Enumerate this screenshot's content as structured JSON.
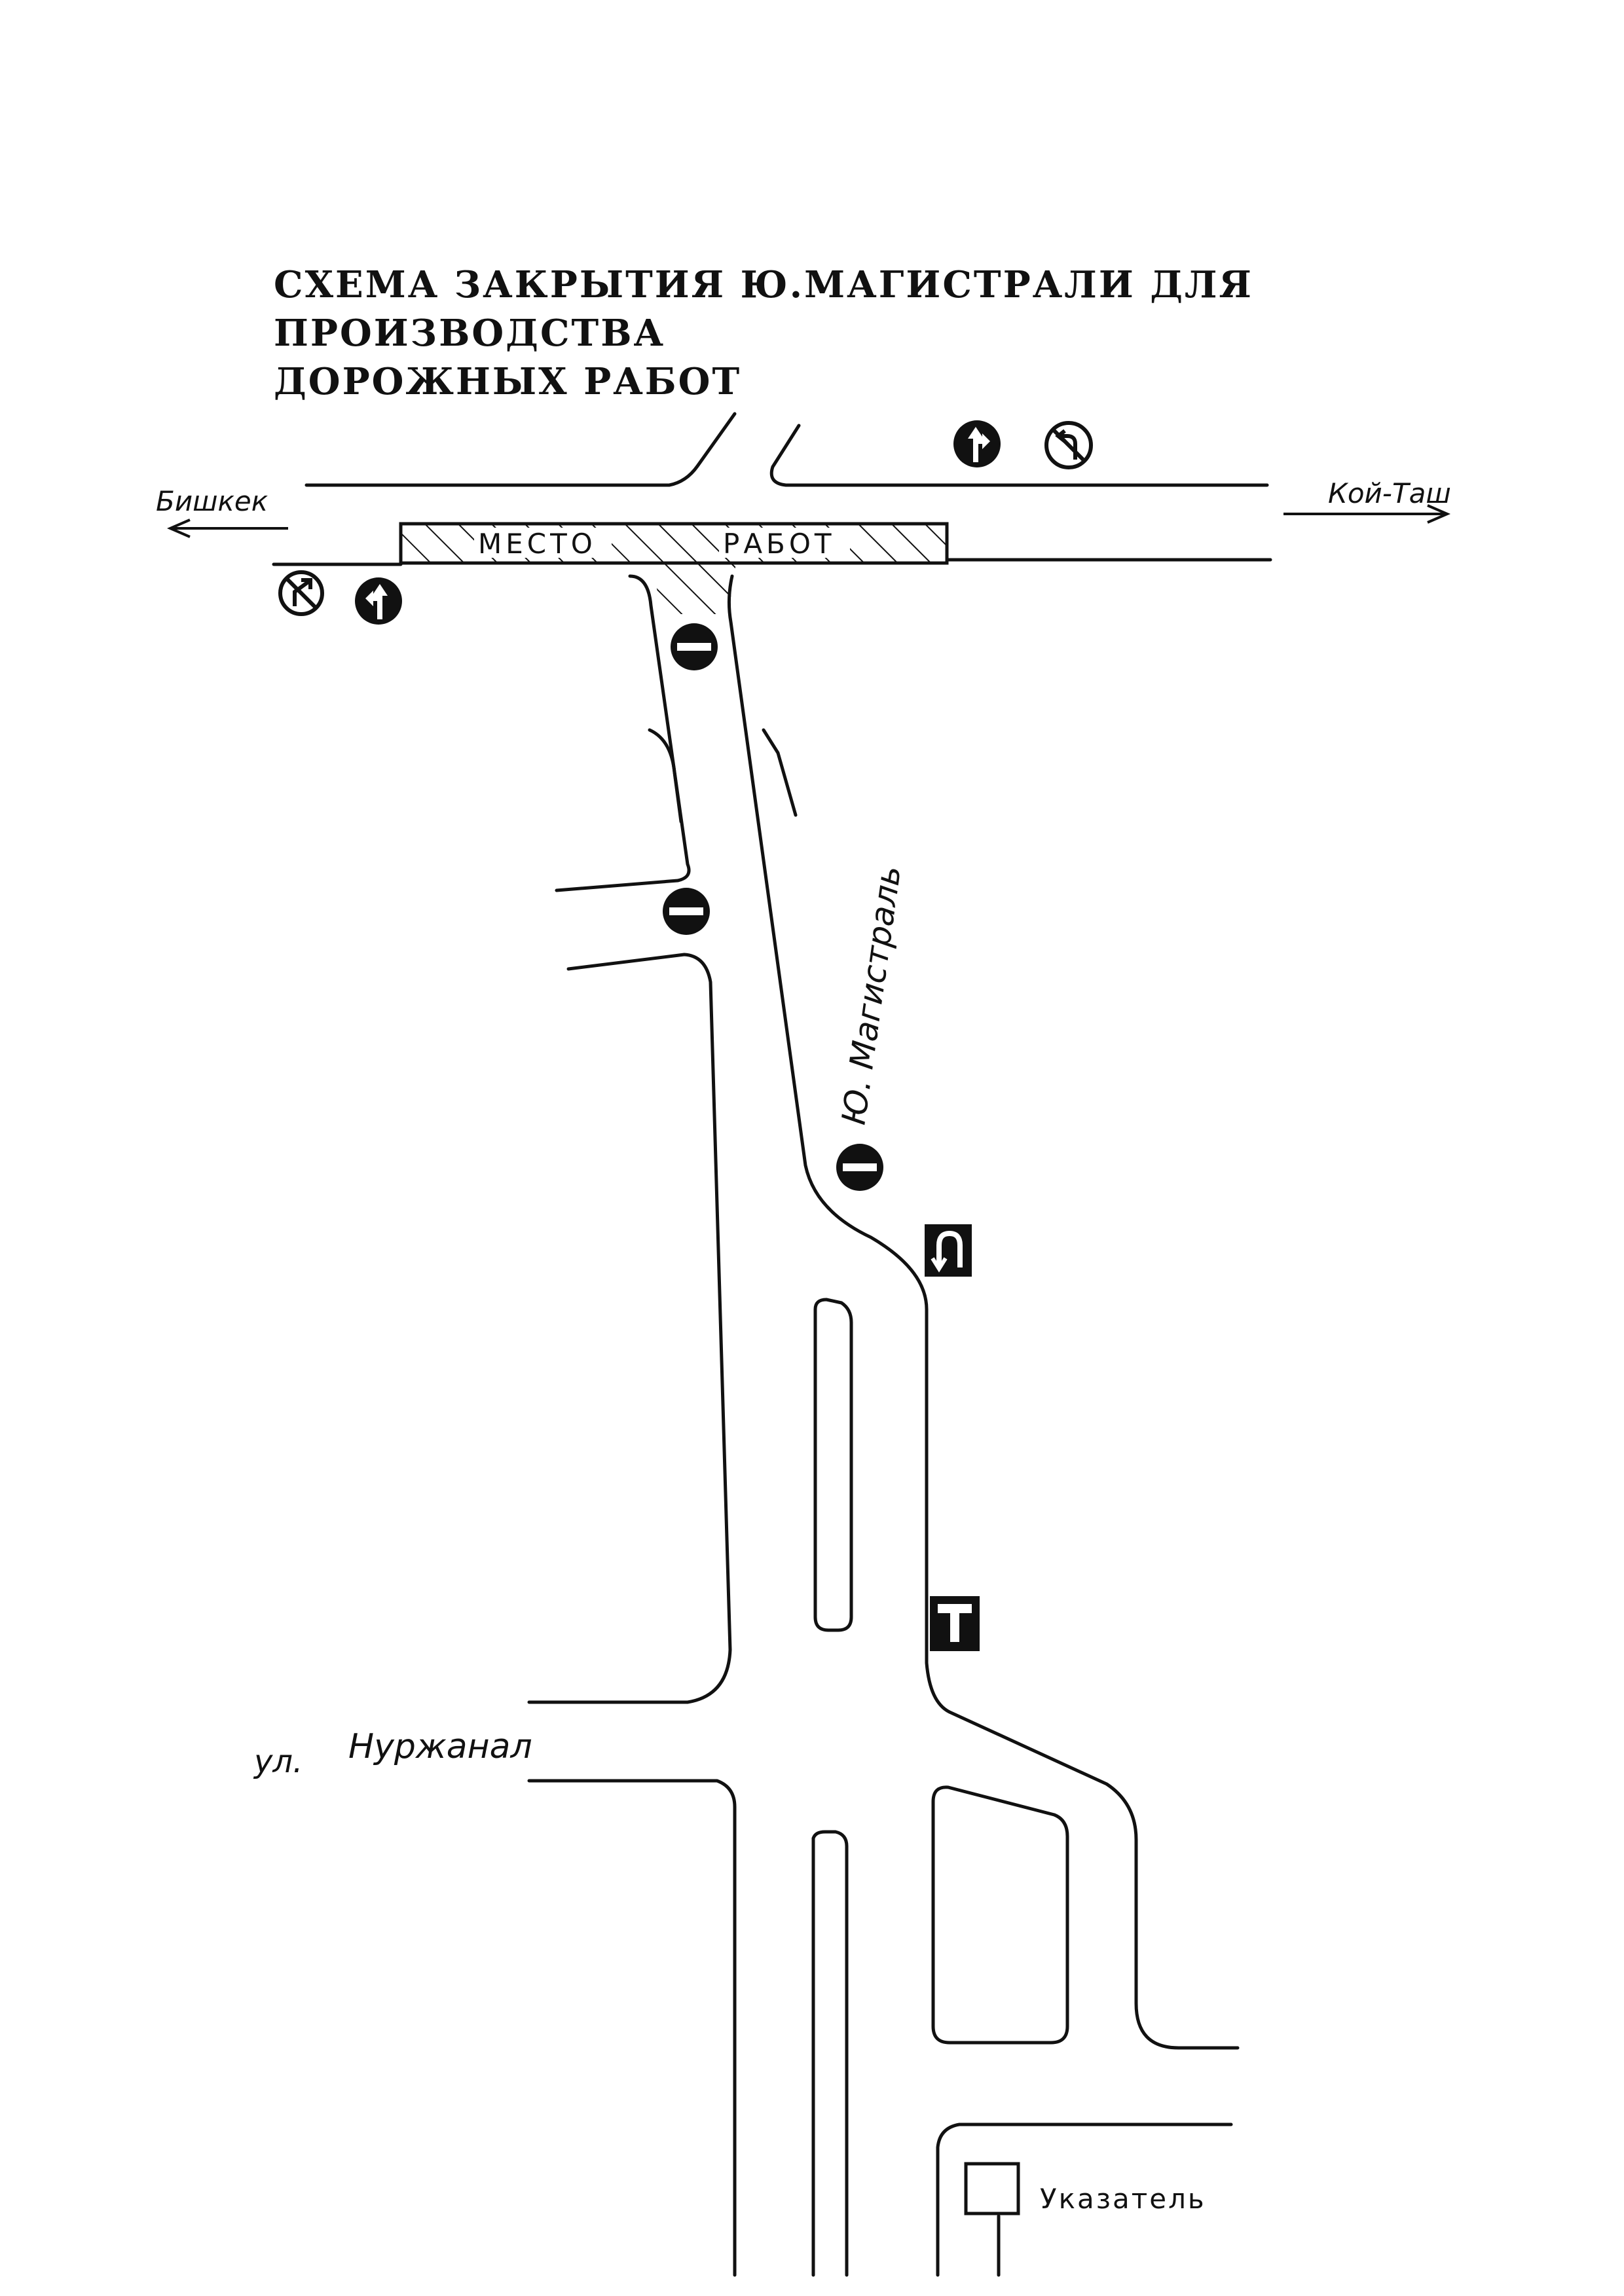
{
  "title": {
    "line1": "СХЕМА ЗАКРЫТИЯ Ю.МАГИСТРАЛИ ДЛЯ ПРОИЗВОДСТВА",
    "line2": "ДОРОЖНЫХ РАБОТ"
  },
  "labels": {
    "bishkek": "Бишкек",
    "koi_tash": "Кой-Таш",
    "work_zone_1": "МЕСТО",
    "work_zone_2": "РАБОТ",
    "main_road": "Ю. Магистраль",
    "nurzhanal_prefix": "ул.",
    "nurzhanal": "Нуржанал",
    "sign_pointer": "Указатель"
  },
  "signs": [
    {
      "icon": "straight-or-right-arrow-sign",
      "meaning": "mandatory direction"
    },
    {
      "icon": "no-left-turn-sign",
      "meaning": "prohibition"
    },
    {
      "icon": "no-right-turn-sign",
      "meaning": "prohibition"
    },
    {
      "icon": "straight-or-left-arrow-sign",
      "meaning": "mandatory direction"
    },
    {
      "icon": "no-entry-sign",
      "meaning": "prohibition"
    },
    {
      "icon": "u-turn-sign",
      "meaning": "information"
    },
    {
      "icon": "dead-end-sign",
      "meaning": "information"
    }
  ],
  "colors": {
    "ink": "#111111",
    "paper": "#ffffff"
  }
}
